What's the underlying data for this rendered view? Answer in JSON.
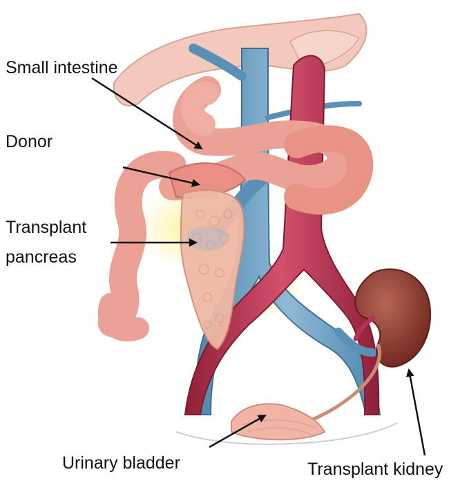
{
  "labels": {
    "small_intestine": "Small intestine",
    "donor": "Donor",
    "transplant_pancreas_line1": "Transplant",
    "transplant_pancreas_line2": "pancreas",
    "urinary_bladder": "Urinary bladder",
    "transplant_kidney": "Transplant kidney"
  },
  "colors": {
    "vein": "#6d9fc3",
    "artery": "#b8324f",
    "intestine": "#eba196",
    "pancreas": "#efb9a4",
    "kidney": "#8e3b2f",
    "bladder": "#f1b5a6",
    "label_text": "#111111"
  }
}
